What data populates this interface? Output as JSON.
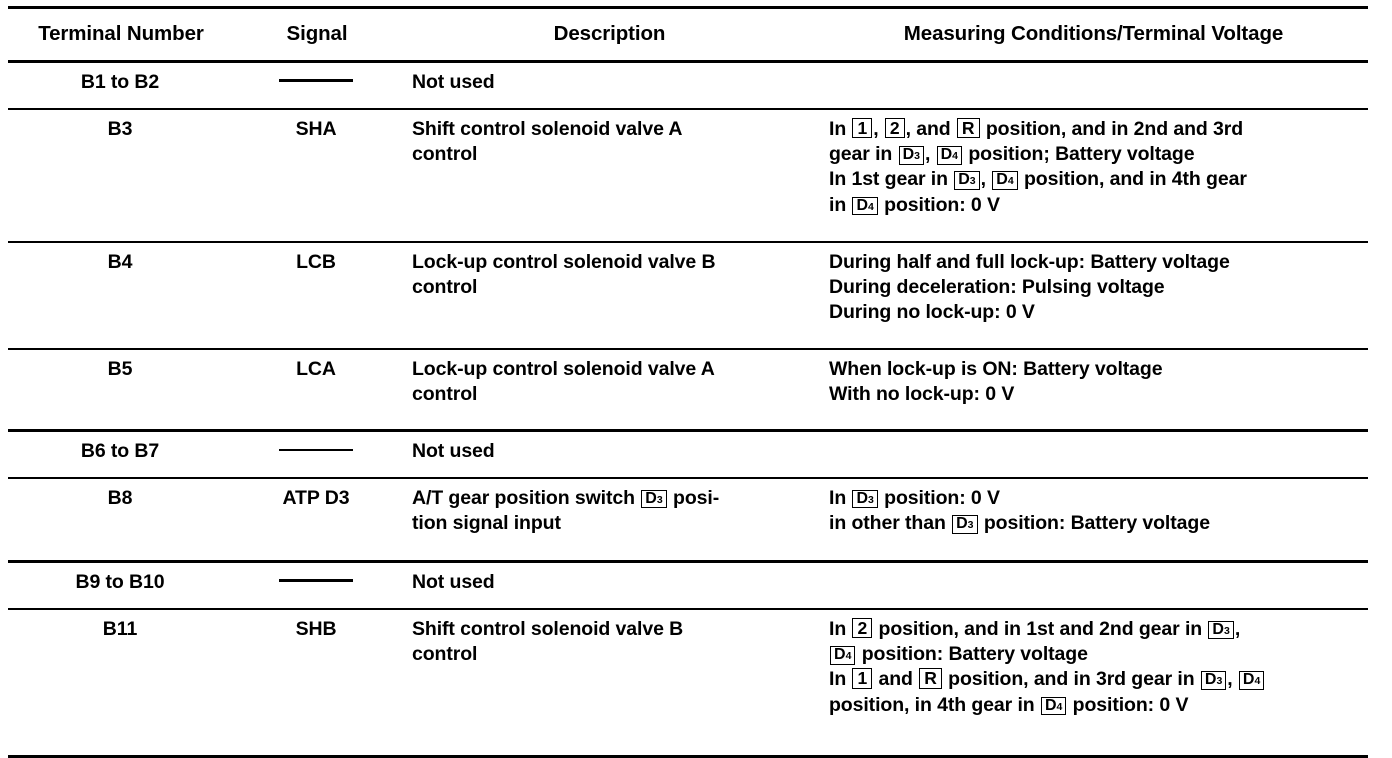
{
  "table": {
    "headers": {
      "terminal": "Terminal Number",
      "signal": "Signal",
      "description": "Description",
      "measuring": "Measuring Conditions/Terminal Voltage"
    },
    "not_used_label": "Not used",
    "rows": [
      {
        "terminal": "B1 to B2",
        "signal": "",
        "signal_is_dash": true,
        "description": "Not used",
        "spans_description": true,
        "measuring_lines": []
      },
      {
        "terminal": "B3",
        "signal": "SHA",
        "signal_is_dash": false,
        "description_lines": [
          "Shift control solenoid valve A",
          "control"
        ],
        "spans_description": false,
        "measuring_lines": [
          "In [1], [2], and [R] position, and in 2nd and 3rd",
          "gear in [D3], [D4] position; Battery voltage",
          "In 1st gear in [D3], [D4] position, and in 4th gear",
          "in [D4] position: 0 V"
        ]
      },
      {
        "terminal": "B4",
        "signal": "LCB",
        "signal_is_dash": false,
        "description_lines": [
          "Lock-up control solenoid valve B",
          "control"
        ],
        "spans_description": false,
        "measuring_lines": [
          "During half and full lock-up: Battery voltage",
          "During deceleration: Pulsing voltage",
          "During no lock-up: 0 V"
        ]
      },
      {
        "terminal": "B5",
        "signal": "LCA",
        "signal_is_dash": false,
        "description_lines": [
          "Lock-up control solenoid valve A",
          "control"
        ],
        "spans_description": false,
        "measuring_lines": [
          "When lock-up is ON: Battery voltage",
          "With no lock-up: 0 V"
        ]
      },
      {
        "terminal": "B6 to B7",
        "signal": "",
        "signal_is_dash": true,
        "description": "Not used",
        "spans_description": true,
        "measuring_lines": []
      },
      {
        "terminal": "B8",
        "signal": "ATP D3",
        "signal_is_dash": false,
        "description_lines": [
          "A/T gear position switch [D3] posi-",
          "tion signal input"
        ],
        "spans_description": false,
        "measuring_lines": [
          "In [D3] position: 0 V",
          "in other than [D3] position: Battery voltage"
        ]
      },
      {
        "terminal": "B9 to B10",
        "signal": "",
        "signal_is_dash": true,
        "description": "Not used",
        "spans_description": true,
        "measuring_lines": []
      },
      {
        "terminal": "B11",
        "signal": "SHB",
        "signal_is_dash": false,
        "description_lines": [
          "Shift control solenoid valve B",
          "control"
        ],
        "spans_description": false,
        "measuring_lines": [
          "In [2] position, and in 1st and 2nd gear in [D3],",
          "[D4] position: Battery voltage",
          "In [1] and [R] position, and in 3rd gear in [D3], [D4]",
          "position, in 4th gear in [D4] position: 0 V"
        ]
      }
    ],
    "gear_symbols": {
      "pos_1": "1",
      "pos_2": "2",
      "pos_r": "R",
      "pos_d3": "D3",
      "pos_d4": "D4"
    },
    "colors": {
      "text": "#000000",
      "rule": "#000000",
      "background": "#ffffff"
    }
  }
}
